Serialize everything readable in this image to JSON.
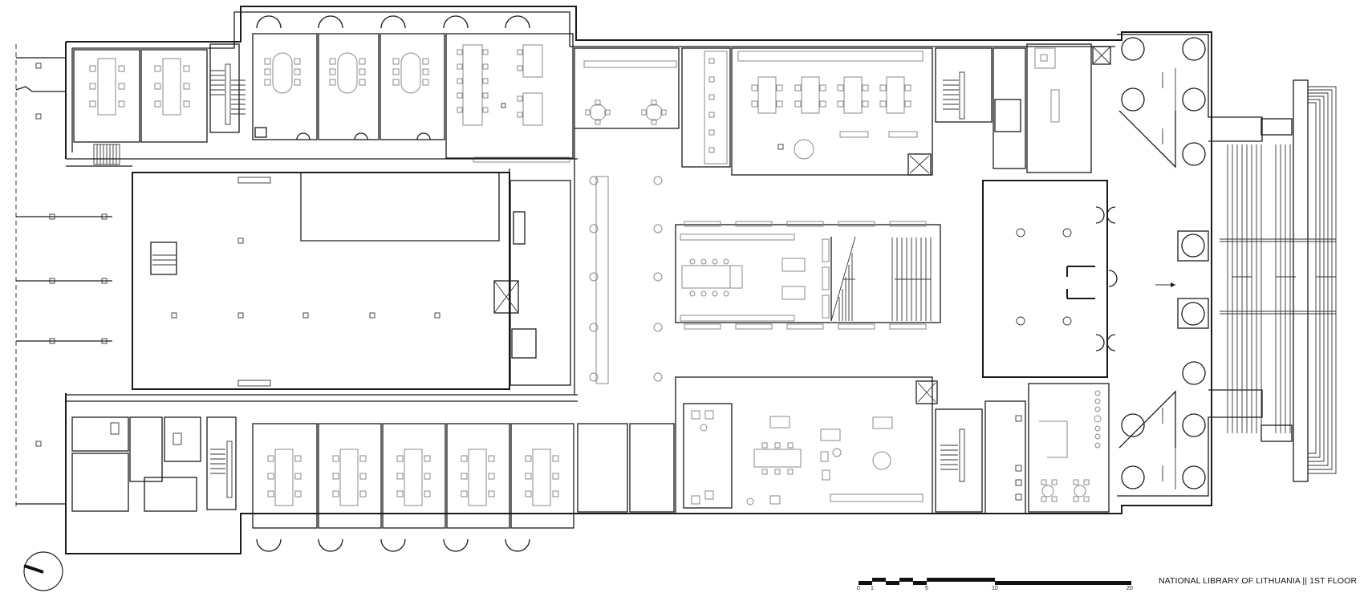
{
  "drawing": {
    "title": "NATIONAL LIBRARY OF LITHUANIA || 1ST FLOOR",
    "type": "architectural floor plan",
    "line_color": "#1a1a1a",
    "furniture_color": "#8a8a8a",
    "background": "#ffffff"
  },
  "scale_bar": {
    "ticks": [
      "0",
      "1",
      "5",
      "10",
      "20"
    ]
  },
  "north_arrow": {
    "icon": "north-arrow-icon"
  }
}
